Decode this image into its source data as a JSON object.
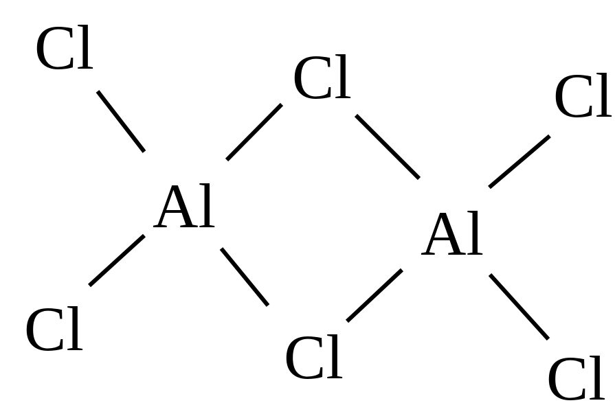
{
  "diagram": {
    "atoms": [
      {
        "id": "cl_top_left",
        "symbol": "Cl"
      },
      {
        "id": "cl_bridge_top",
        "symbol": "Cl"
      },
      {
        "id": "cl_top_right",
        "symbol": "Cl"
      },
      {
        "id": "al_left",
        "symbol": "Al"
      },
      {
        "id": "al_right",
        "symbol": "Al"
      },
      {
        "id": "cl_bottom_left",
        "symbol": "Cl"
      },
      {
        "id": "cl_bridge_bottom",
        "symbol": "Cl"
      },
      {
        "id": "cl_bottom_right",
        "symbol": "Cl"
      }
    ]
  }
}
